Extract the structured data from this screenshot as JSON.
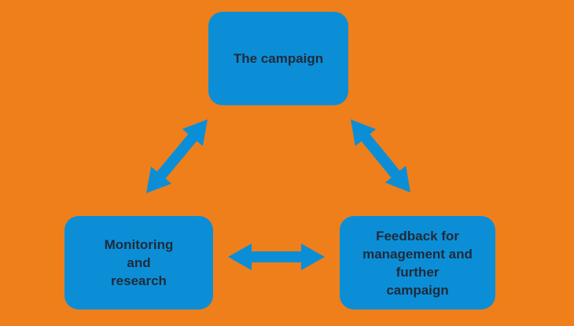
{
  "diagram": {
    "colors": {
      "background": "#EE7F1B",
      "box_fill": "#0C8ED7",
      "arrow_fill": "#0C8ED7",
      "text": "#1E2B3A"
    },
    "nodes": {
      "campaign": {
        "label": "The campaign"
      },
      "monitoring": {
        "label": "Monitoring\nand\nresearch"
      },
      "feedback": {
        "label": "Feedback for\nmanagement and\nfurther\ncampaign"
      }
    },
    "edges": [
      {
        "from": "campaign",
        "to": "monitoring",
        "direction": "both"
      },
      {
        "from": "campaign",
        "to": "feedback",
        "direction": "both"
      },
      {
        "from": "monitoring",
        "to": "feedback",
        "direction": "both"
      }
    ]
  }
}
